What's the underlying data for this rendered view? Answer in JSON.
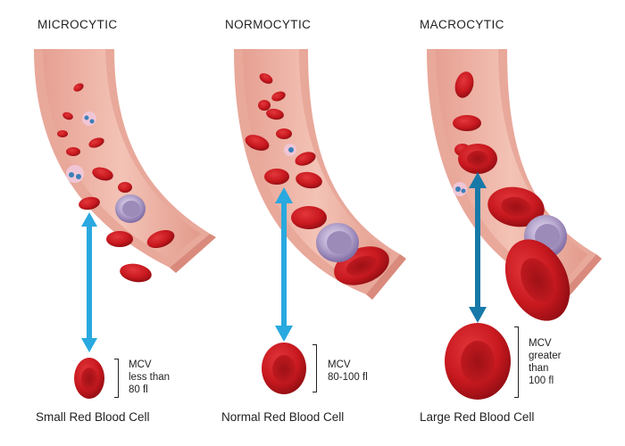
{
  "panels": [
    {
      "title": "MICROCYTIC",
      "caption": "Small Red Blood Cell",
      "mcv": [
        "MCV",
        "less than",
        "80 fl"
      ]
    },
    {
      "title": "NORMOCYTIC",
      "caption": "Normal Red Blood Cell",
      "mcv": [
        "MCV",
        "80-100 fl"
      ]
    },
    {
      "title": "MACROCYTIC",
      "caption": "Large Red Blood Cell",
      "mcv": [
        "MCV",
        "greater",
        "than",
        "100 fl"
      ]
    }
  ],
  "colors": {
    "vessel_outer": "#e8a89a",
    "vessel_inner": "#f6d2c6",
    "rbc": "#c8191f",
    "rbc_dark": "#9e0f14",
    "rbc_center": "#8e0d12",
    "wbc": "#a99bc4",
    "platelet": "#f0c6d6",
    "arrow_light": "#29a9df",
    "arrow_dark": "#1779a8"
  }
}
